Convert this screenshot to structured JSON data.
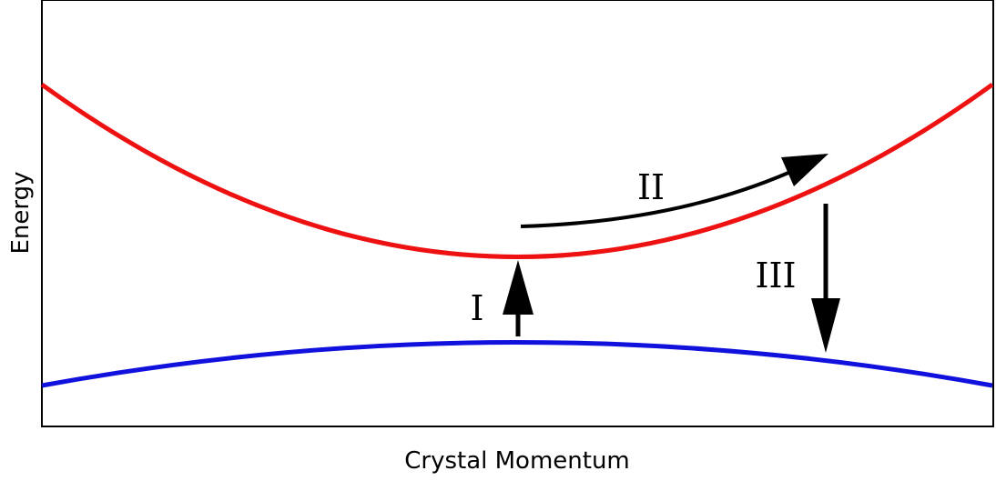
{
  "axes": {
    "x_label": "Crystal Momentum",
    "y_label": "Energy"
  },
  "bands": {
    "conduction": {
      "color": "#ee1111"
    },
    "valence": {
      "color": "#1111dd"
    }
  },
  "processes": {
    "excitation": {
      "label": "I"
    },
    "relaxation": {
      "label": "II"
    },
    "recombination": {
      "label": "III"
    }
  },
  "colors": {
    "frame": "#000000",
    "arrow": "#000000"
  }
}
